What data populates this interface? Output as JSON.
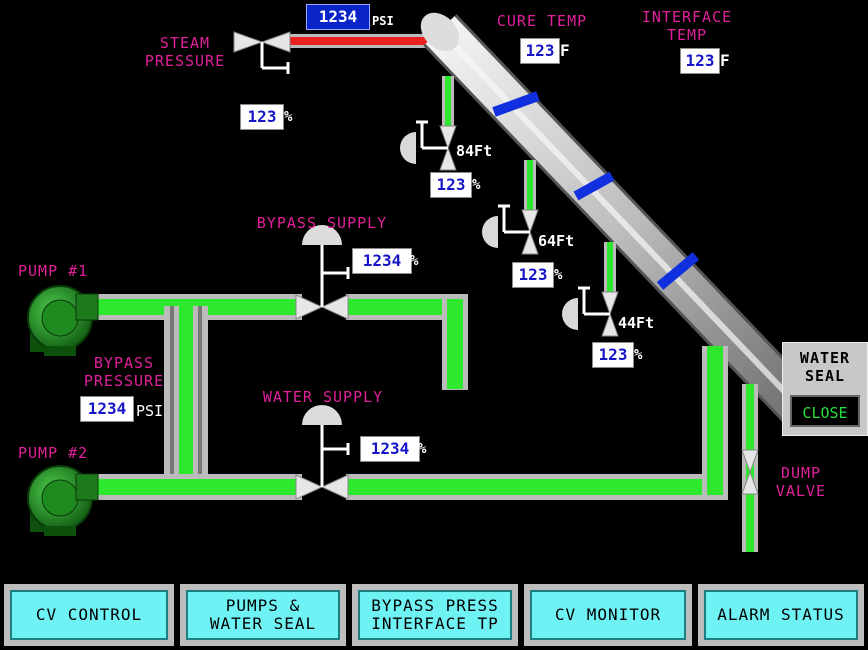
{
  "labels": {
    "steam_pressure": "STEAM\nPRESSURE",
    "cure_temp": "CURE TEMP",
    "interface_temp": "INTERFACE\nTEMP",
    "bypass_supply": "BYPASS SUPPLY",
    "pump1": "PUMP #1",
    "pump2": "PUMP #2",
    "bypass_pressure": "BYPASS\nPRESSURE",
    "water_supply": "WATER SUPPLY",
    "dump_valve": "DUMP\nVALVE",
    "ft84": "84Ft",
    "ft64": "64Ft",
    "ft44": "44Ft"
  },
  "readouts": {
    "steam_psi": "1234",
    "steam_pct": "123",
    "cure_temp": "123",
    "interface_temp": "123",
    "v84_pct": "123",
    "v64_pct": "123",
    "v44_pct": "123",
    "bypass_supply_pct": "1234",
    "bypass_pressure": "1234",
    "water_supply_pct": "1234"
  },
  "units": {
    "psi": "PSI",
    "pct": "%",
    "f": "F"
  },
  "water_seal": {
    "title": "WATER\nSEAL",
    "status": "CLOSE"
  },
  "nav": {
    "cv_control": "CV CONTROL",
    "pumps_water_seal": "PUMPS &\nWATER SEAL",
    "bypass_interface": "BYPASS PRESS\nINTERFACE TP",
    "cv_monitor": "CV MONITOR",
    "alarm_status": "ALARM STATUS"
  },
  "colors": {
    "water": "#2ee82e",
    "steam": "#e82020",
    "pipe": "#c8c8c8",
    "label": "#e0209a",
    "pump": "#1d7a1d",
    "button": "#6ff2f4"
  }
}
